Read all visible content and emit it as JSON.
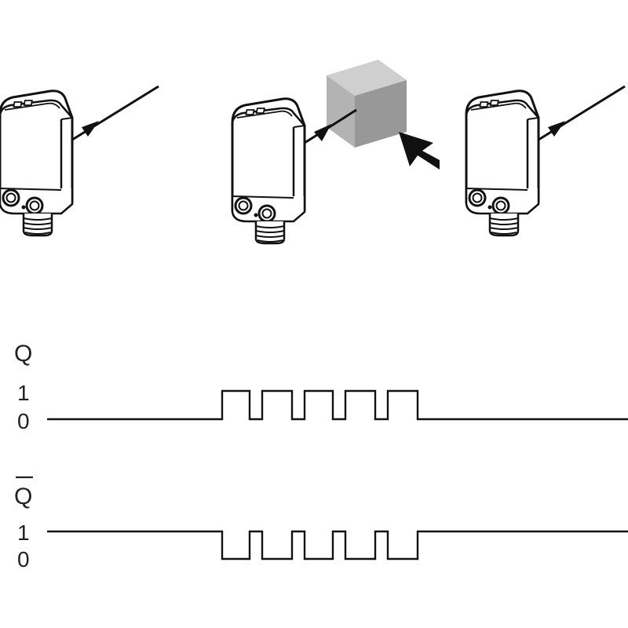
{
  "colors": {
    "ink": "#111111",
    "background": "#ffffff",
    "sensor_fill": "#ffffff",
    "cube_front": "#b3b3b3",
    "cube_top": "#cfcfcf",
    "cube_side": "#989898"
  },
  "icons": [
    "photoelectric-sensor-icon",
    "object-cube-icon",
    "motion-arrow-icon"
  ],
  "signals": {
    "q": {
      "label": "Q",
      "level_high": "1",
      "level_low": "0",
      "idle_level": 0,
      "pulses": 5
    },
    "q_bar": {
      "label": "Q",
      "overline": true,
      "level_high": "1",
      "level_low": "0",
      "idle_level": 1,
      "pulses": 5
    }
  }
}
